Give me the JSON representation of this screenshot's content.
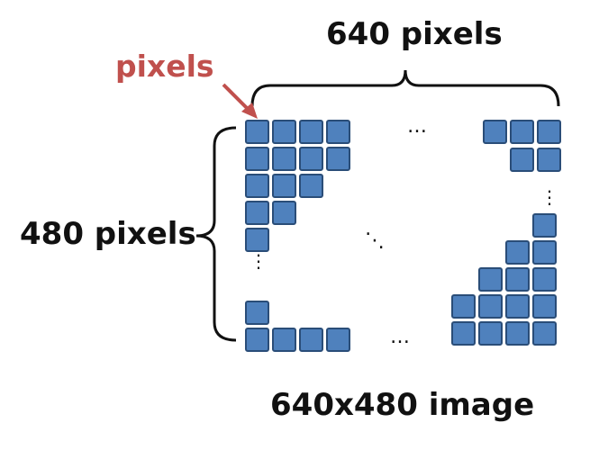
{
  "labels": {
    "width_label": "640 pixels",
    "pixel_label": "pixels",
    "height_label": "480 pixels",
    "caption": "640x480 image"
  },
  "ellipses": {
    "horizontal": "…",
    "vertical": "⋮",
    "diagonal": "⋱"
  },
  "colors": {
    "pixel_fill": "#4f81bd",
    "pixel_stroke": "#2a4d78",
    "bracket": "#111111",
    "arrow": "#c0504d",
    "pixel_label": "#c0504d"
  }
}
